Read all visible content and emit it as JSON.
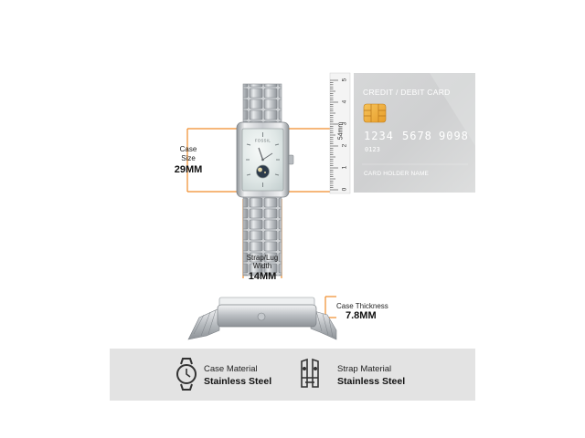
{
  "case_size": {
    "label_line1": "Case",
    "label_line2": "Size",
    "value": "29MM"
  },
  "strap_width": {
    "label_line1": "Strap/Lug",
    "label_line2": "Width",
    "value": "14MM"
  },
  "case_thickness": {
    "label": "Case Thickness",
    "value": "7.8MM"
  },
  "ruler": {
    "ticks": [
      "0",
      "1",
      "2",
      "3",
      "4",
      "5"
    ],
    "length_label": "54mm"
  },
  "card": {
    "title": "CREDIT / DEBIT CARD",
    "number_groups": [
      "1234",
      "5678",
      "9098"
    ],
    "small_number": "0123",
    "holder": "CARD HOLDER NAME"
  },
  "watch_brand": "FOSSIL",
  "materials": {
    "case": {
      "label": "Case Material",
      "value": "Stainless Steel"
    },
    "strap": {
      "label": "Strap Material",
      "value": "Stainless Steel"
    }
  },
  "colors": {
    "accent_orange": "#f08c2a",
    "panel_gray": "#e3e3e3",
    "card_gray": "#d2d3d4",
    "steel": "#c5c8cc"
  }
}
